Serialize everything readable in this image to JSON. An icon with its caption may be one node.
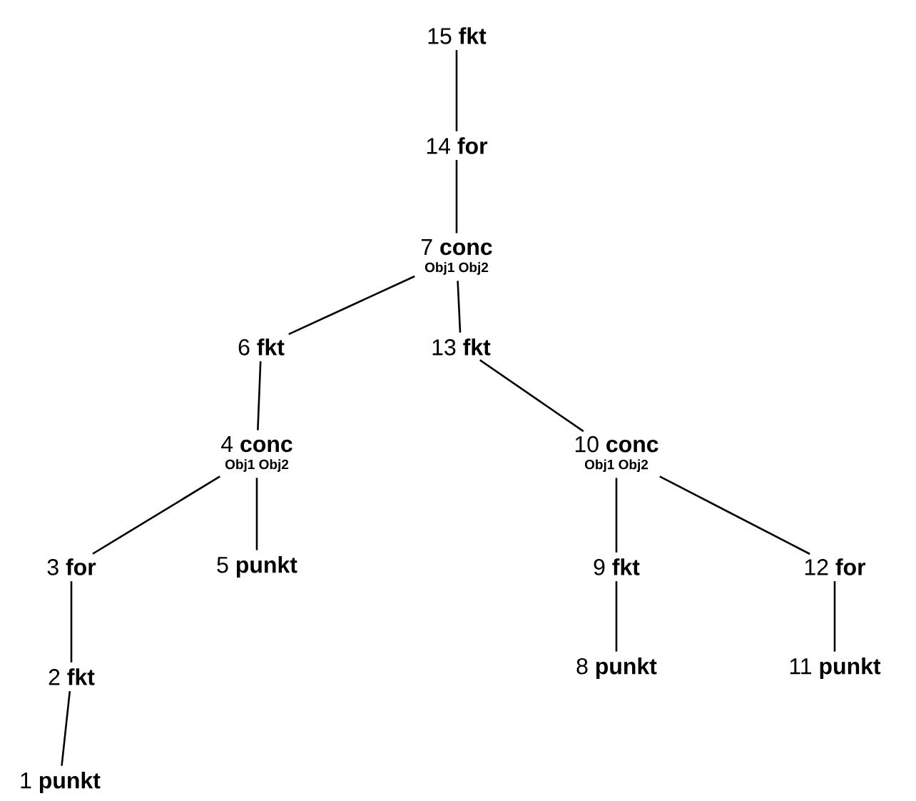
{
  "diagram": {
    "nodes": [
      {
        "text": [
          "15 **fkt**"
        ]
      },
      {
        "text": [
          "14 **for**"
        ]
      },
      {
        "text": [
          "7 **conc**",
          "Obj1 Obj2"
        ]
      },
      {
        "text": [
          "6 **fkt**"
        ]
      },
      {
        "text": [
          "13 **fkt**"
        ]
      },
      {
        "text": [
          "4 **conc**",
          "Obj1 Obj2"
        ]
      },
      {
        "text": [
          "10 **conc**",
          "Obj1 Obj2"
        ]
      },
      {
        "text": [
          "3 **for**"
        ]
      },
      {
        "text": [
          "5 **punkt**"
        ]
      },
      {
        "text": [
          "9 **fkt**"
        ]
      },
      {
        "text": [
          "12 **for**"
        ]
      },
      {
        "text": [
          "2 **fkt**"
        ]
      },
      {
        "text": [
          "8 **punkt**"
        ]
      },
      {
        "text": [
          "11 **punkt**"
        ]
      },
      {
        "text": [
          "1 **punkt**"
        ]
      }
    ],
    "edges": [
      {
        "from": 0,
        "to": 1,
        "arrow": "none"
      },
      {
        "from": 1,
        "to": 2,
        "arrow": "none"
      },
      {
        "from": 2,
        "to": 3,
        "arrow": "none"
      },
      {
        "from": 2,
        "to": 4,
        "arrow": "none"
      },
      {
        "from": 3,
        "to": 5,
        "arrow": "none"
      },
      {
        "from": 4,
        "to": 6,
        "arrow": "none"
      },
      {
        "from": 5,
        "to": 7,
        "arrow": "none"
      },
      {
        "from": 5,
        "to": 8,
        "arrow": "none"
      },
      {
        "from": 6,
        "to": 9,
        "arrow": "none"
      },
      {
        "from": 6,
        "to": 10,
        "arrow": "none"
      },
      {
        "from": 7,
        "to": 11,
        "arrow": "none"
      },
      {
        "from": 11,
        "to": 14,
        "arrow": "none"
      },
      {
        "from": 9,
        "to": 12,
        "arrow": "none"
      },
      {
        "from": 10,
        "to": 13,
        "arrow": "none"
      }
    ]
  }
}
